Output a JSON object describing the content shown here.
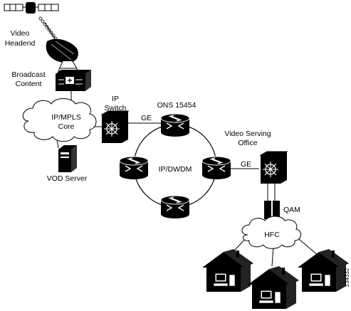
{
  "labels": {
    "video_headend": [
      "Video",
      "Headend"
    ],
    "broadcast_content": [
      "Broadcast",
      "Content"
    ],
    "ip_switch": [
      "IP",
      "Switch"
    ],
    "ip_mpls_core": [
      "IP/MPLS",
      "Core"
    ],
    "vod_server": "VOD Server",
    "ons": "ONS 15454",
    "ge_left": "GE",
    "ip_dwdm": "IP/DWDM",
    "video_serving_office": [
      "Video Serving",
      "Office"
    ],
    "ge_right": "GE",
    "qam": "QAM",
    "hfc": "HFC",
    "figure_id": "134332"
  }
}
